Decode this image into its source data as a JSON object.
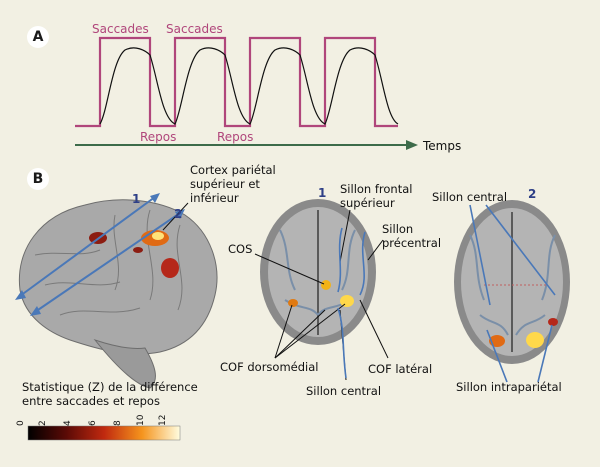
{
  "panel_a": {
    "letter": "A",
    "saccades_label_1": "Saccades",
    "saccades_label_2": "Saccades",
    "repos_label_1": "Repos",
    "repos_label_2": "Repos",
    "axis_label": "Temps",
    "colors": {
      "boxcar": "#b0467b",
      "response": "#111111",
      "axis": "#3d6b4a"
    }
  },
  "panel_b": {
    "letter": "B",
    "brain_lateral": {
      "label_cortex": "Cortex pariétal supérieur et inférieur",
      "label_cortex_l1": "Cortex pariétal",
      "label_cortex_l2": "supérieur et",
      "label_cortex_l3": "inférieur",
      "plane_1": "1",
      "plane_2": "2"
    },
    "slice_1": {
      "number": "1",
      "labels": {
        "sillon_frontal_l1": "Sillon frontal",
        "sillon_frontal_l2": "supérieur",
        "sillon_precentral_l1": "Sillon",
        "sillon_precentral_l2": "précentral",
        "cos": "COS",
        "cof_dorsomedial": "COF dorsomédial",
        "cof_lateral": "COF latéral",
        "sillon_central": "Sillon central"
      }
    },
    "slice_2": {
      "number": "2",
      "labels": {
        "sillon_central": "Sillon central",
        "sillon_intraparietal": "Sillon intrapariétal"
      }
    },
    "colorbar": {
      "title_l1": "Statistique (Z) de la différence",
      "title_l2": "entre saccades et repos",
      "ticks": [
        "0",
        "2",
        "4",
        "6",
        "8",
        "10",
        "12"
      ]
    },
    "colors": {
      "annotation": "#4a78b8",
      "tag": "#2e3f86"
    }
  }
}
